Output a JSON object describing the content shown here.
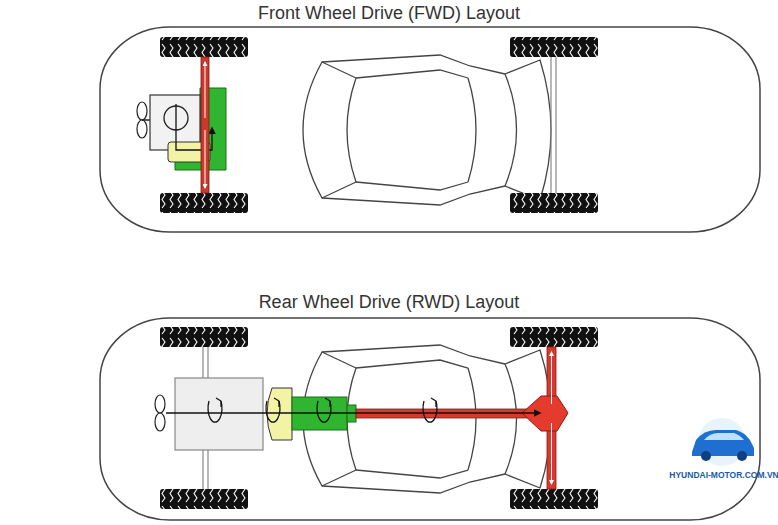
{
  "diagram": {
    "labels": [
      "Front Wheel Drive (FWD) Layout",
      "Rear Wheel Drive (RWD) Layout",
      "HYUNDAI-MOTOR.COM.VN"
    ]
  }
}
